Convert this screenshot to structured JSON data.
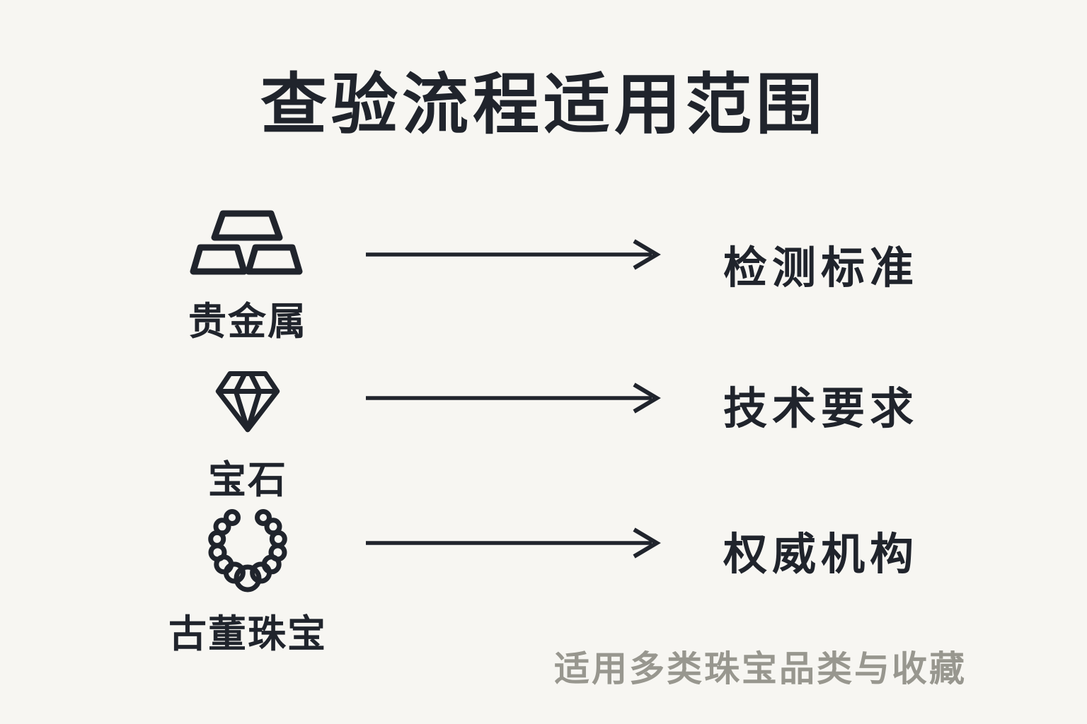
{
  "colors": {
    "bg": "#f7f6f2",
    "ink": "#20242c",
    "muted": "#98978f"
  },
  "title": "查验流程适用范围",
  "rows": [
    {
      "icon": "gold-bars-icon",
      "label": "贵金属",
      "result": "检测标准"
    },
    {
      "icon": "diamond-icon",
      "label": "宝石",
      "result": "技术要求"
    },
    {
      "icon": "necklace-icon",
      "label": "古董珠宝",
      "result": "权威机构"
    }
  ],
  "footer": {
    "caption": "适用多类珠宝品类与收藏"
  }
}
